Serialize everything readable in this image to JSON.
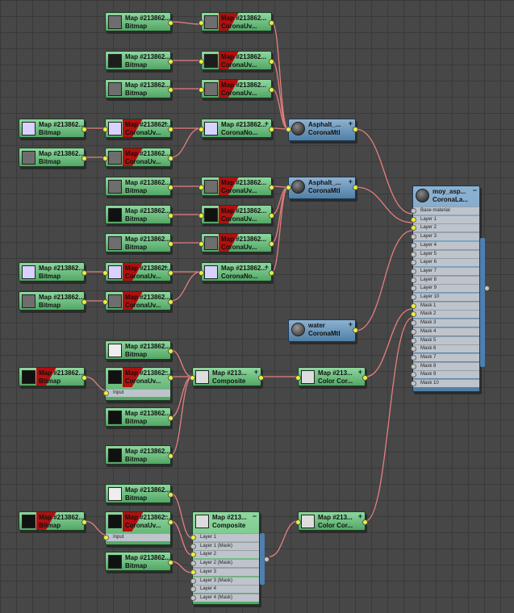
{
  "labels": {
    "map": "Map #213862...",
    "map_short": "Map #213...",
    "bitmap": "Bitmap",
    "corona_uv": "CoronaUv...",
    "corona_no": "CoronaNo...",
    "corona_mtl": "CoronaMtl",
    "asphalt": "Asphalt_...",
    "water": "water",
    "composite": "Composite",
    "color_cor": "Color Cor...",
    "moy_asp": "moy_asp...",
    "corona_la": "CoronaLa...",
    "input": "Input",
    "plus": "+",
    "minus": "−"
  },
  "layer_slots": [
    "Base material",
    "Layer 1",
    "Layer 2",
    "Layer 3",
    "Layer 4",
    "Layer 5",
    "Layer 6",
    "Layer 7",
    "Layer 8",
    "Layer 9",
    "Layer 10",
    "Mask 1",
    "Mask 2",
    "Mask 3",
    "Mask 4",
    "Mask 5",
    "Mask 6",
    "Mask 7",
    "Mask 8",
    "Mask 9",
    "Mask 10"
  ],
  "composite_slots": [
    "Layer 1",
    "Layer 1 (Mask)",
    "Layer 2",
    "Layer 2 (Mask)",
    "Layer 3",
    "Layer 3 (Mask)",
    "Layer 4",
    "Layer 4 (Mask)"
  ],
  "colors": {
    "wire": "#e77e7e",
    "green_node": "#6fbf82",
    "blue_node": "#6f9bc4",
    "socket": "#e8f23a",
    "banner_red": "#b10f0f"
  }
}
